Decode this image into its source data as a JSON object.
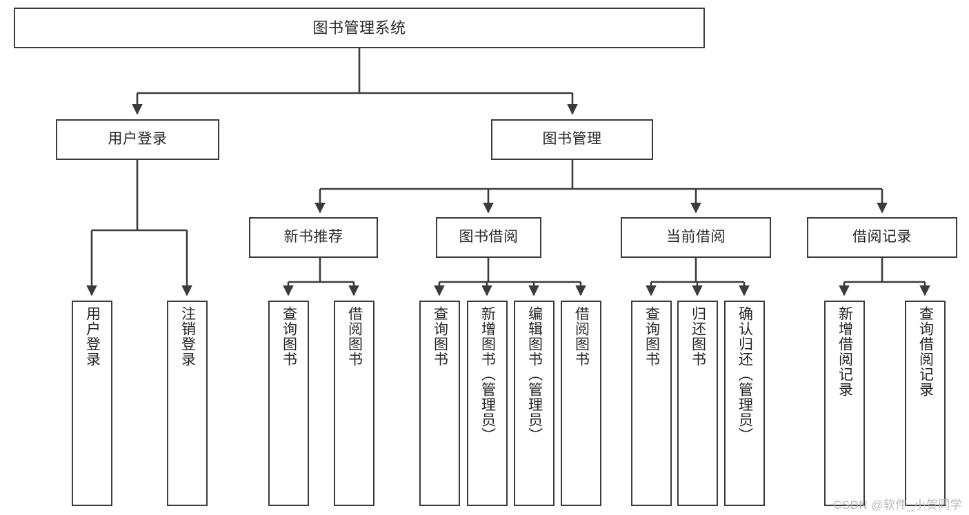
{
  "diagram": {
    "title": "图书管理系统",
    "type": "tree-hierarchy-chart",
    "root": {
      "label": "图书管理系统"
    },
    "level2": [
      {
        "label": "用户登录"
      },
      {
        "label": "图书管理"
      }
    ],
    "level3": [
      {
        "label": "新书推荐"
      },
      {
        "label": "图书借阅"
      },
      {
        "label": "当前借阅"
      },
      {
        "label": "借阅记录"
      }
    ],
    "leaves": {
      "user_login": [
        {
          "label": "用户登录"
        },
        {
          "label": "注销登录"
        }
      ],
      "new_book_recommend": [
        {
          "label": "查询图书"
        },
        {
          "label": "借阅图书"
        }
      ],
      "book_borrow": [
        {
          "label": "查询图书"
        },
        {
          "label": "新增图书（管理员）"
        },
        {
          "label": "编辑图书（管理员）"
        },
        {
          "label": "借阅图书"
        }
      ],
      "current_borrow": [
        {
          "label": "查询图书"
        },
        {
          "label": "归还图书"
        },
        {
          "label": "确认归还（管理员）"
        }
      ],
      "borrow_record": [
        {
          "label": "新增借阅记录"
        },
        {
          "label": "查询借阅记录"
        }
      ]
    }
  },
  "watermark": {
    "text": "CSDN @软件_小贺同学"
  },
  "colors": {
    "stroke": "#3b3b3b",
    "text": "#262626",
    "background": "#ffffff",
    "watermark": "#b8b8b8"
  }
}
